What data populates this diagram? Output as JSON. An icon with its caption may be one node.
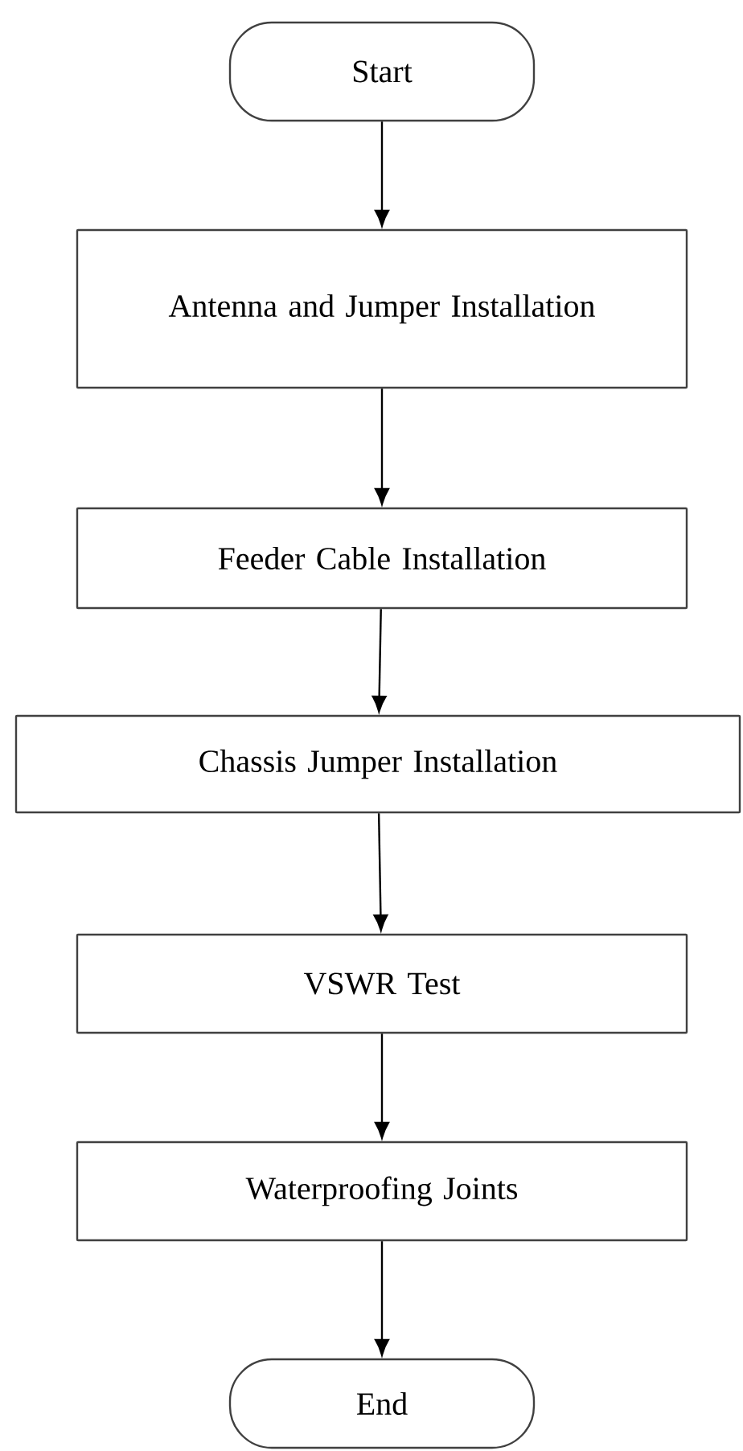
{
  "diagram": {
    "nodes": [
      {
        "text": [
          "Start"
        ]
      },
      {
        "text": [
          "Antenna and Jumper Installation"
        ]
      },
      {
        "text": [
          "Feeder Cable Installation"
        ]
      },
      {
        "text": [
          "Chassis Jumper Installation"
        ]
      },
      {
        "text": [
          "VSWR Test"
        ]
      },
      {
        "text": [
          "Waterproofing Joints"
        ]
      },
      {
        "text": [
          "End"
        ]
      }
    ],
    "edges": [
      {
        "from": 0,
        "to": 1,
        "arrow": "to"
      },
      {
        "from": 1,
        "to": 2,
        "arrow": "to"
      },
      {
        "from": 2,
        "to": 3,
        "arrow": "to"
      },
      {
        "from": 3,
        "to": 4,
        "arrow": "to"
      },
      {
        "from": 4,
        "to": 5,
        "arrow": "to"
      },
      {
        "from": 5,
        "to": 6,
        "arrow": "to"
      }
    ]
  }
}
